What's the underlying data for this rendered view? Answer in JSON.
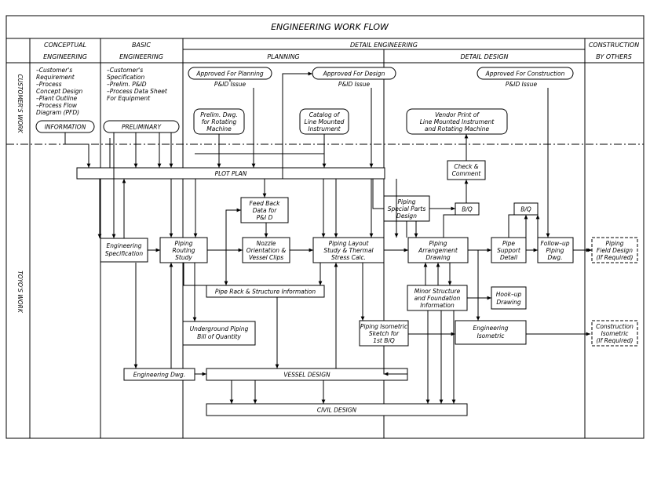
{
  "title": "ENGINEERING WORK FLOW",
  "phases": {
    "conceptual": [
      "CONCEPTUAL",
      "ENGINEERING"
    ],
    "basic": [
      "BASIC",
      "ENGINEERING"
    ],
    "detail": "DETAIL ENGINEERING",
    "planning": "PLANNING",
    "detail_design": "DETAIL DESIGN",
    "construction": [
      "CONSTRUCTION",
      "BY OTHERS"
    ]
  },
  "rows": {
    "customer": "CUSTOMER'S WORK",
    "toyo": "TOYO'S WORK"
  },
  "customer_lists": {
    "conceptual": [
      "–Customer's",
      " Requirement",
      "–Process",
      " Concept Design",
      "–Plant Outline",
      "–Process Flow",
      " Diagram (PFD)"
    ],
    "basic": [
      "–Customer's",
      " Specification",
      "–Prelim. P&ID",
      "–Process Data Sheet",
      " For Equipment"
    ]
  },
  "pills": {
    "information": "INFORMATION",
    "preliminary": "PRELIMINARY",
    "approved_planning": "Approved For Planning",
    "approved_design": "Approved For Design",
    "approved_construction": "Approved For Construction"
  },
  "notes": {
    "pid_issue": "P&ID Issue"
  },
  "boxes": {
    "prelim_dwg": [
      "Prelim. Dwg.",
      "for Rotating",
      "Machine"
    ],
    "catalog": [
      "Catalog of",
      "Line Mounted",
      "Instrument"
    ],
    "vendor_print": [
      "Vendor Print of",
      "Line Mounted Instrument",
      "and Rotating Machine"
    ],
    "check_comment": [
      "Check &",
      "Comment"
    ],
    "plot_plan": "PLOT PLAN",
    "feed_back": [
      "Feed Back",
      "Data for",
      "P&I D"
    ],
    "piping_special": [
      "Piping",
      "Special Parts",
      "Design"
    ],
    "bq_1": "B/Q",
    "bq_2": "B/Q",
    "eng_spec": [
      "Engineering",
      "Specification"
    ],
    "routing": [
      "Piping",
      "Routing",
      "Study"
    ],
    "nozzle": [
      "Nozzle",
      "Orientation &",
      "Vessel Clips"
    ],
    "layout_study": [
      "Piping Layout",
      "Study & Thermal",
      "Stress Calc."
    ],
    "arrangement": [
      "Piping",
      "Arrangement",
      "Drawing"
    ],
    "pipe_support": [
      "Pipe",
      "Support",
      "Detail"
    ],
    "follow_up": [
      "Follow–up",
      "Piping",
      "Dwg."
    ],
    "field_design": [
      "Piping",
      "Field Design",
      "(If Required)"
    ],
    "pipe_rack": "Pipe Rack & Structure Information",
    "minor_structure": [
      "Minor Structure",
      "and Foundation",
      "Information"
    ],
    "hook_up": [
      "Hook–up",
      "Drawing"
    ],
    "underground": [
      "Underground Piping",
      "Bill of Quantity"
    ],
    "isometric_sketch": [
      "Piping Isometric",
      "Sketch for",
      "1st B/Q"
    ],
    "eng_isometric": [
      "Engineering",
      "Isometric"
    ],
    "construction_iso": [
      "Construction",
      "Isometric",
      "(If Required)"
    ],
    "eng_dwg": "Engineering Dwg.",
    "vessel": "VESSEL DESIGN",
    "civil": "CIVIL DESIGN"
  }
}
